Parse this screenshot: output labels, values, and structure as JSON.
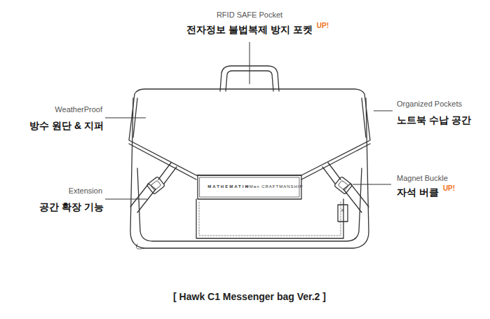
{
  "diagram": {
    "caption": "[ Hawk C1 Messenger bag Ver.2 ]",
    "labels": [
      "RFID SAFE Pocket",
      "전자정보 불법복제 방지 포켓",
      "UP!",
      "WeatherProof",
      "방수 원단 & 지퍼",
      "Organized Pockets",
      "노트북 수납 공간",
      "Extension",
      "공간 확장 기능",
      "Magnet Buckle",
      "자석 버클",
      "UP!",
      "MATHEMATIK",
      "#Man CRAFTMANSHIP",
      "X"
    ]
  }
}
